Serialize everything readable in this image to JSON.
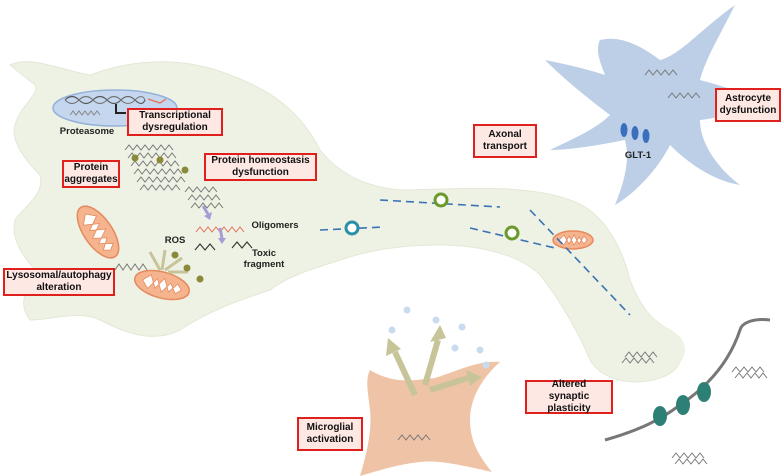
{
  "labels": {
    "proteasome": "Proteasome",
    "transcriptional": "Transcriptional dysregulation",
    "protein_aggregates": "Protein aggregates",
    "protein_homeostasis": "Protein homeostasis dysfunction",
    "oligomers": "Oligomers",
    "toxic_fragment": "Toxic fragment",
    "ros": "ROS",
    "lysosomal": "Lysosomal/autophagy alteration",
    "axonal_transport": "Axonal transport",
    "astrocyte": "Astrocyte dysfunction",
    "glt1": "GLT-1",
    "microglial": "Microglial activation",
    "synaptic": "Altered synaptic plasticity"
  },
  "colors": {
    "neuron": "#eef2e4",
    "astrocyte": "#bccfe6",
    "microglia": "#efc3a6",
    "mitochondria": "#f5b48e",
    "box_fill": "#fde8e4",
    "box_border": "#e0201c",
    "vesicle_teal": "#2a8fa8",
    "vesicle_green": "#6a9a2a",
    "glt1": "#3a6fbf",
    "synapse_node": "#2e7f76"
  }
}
